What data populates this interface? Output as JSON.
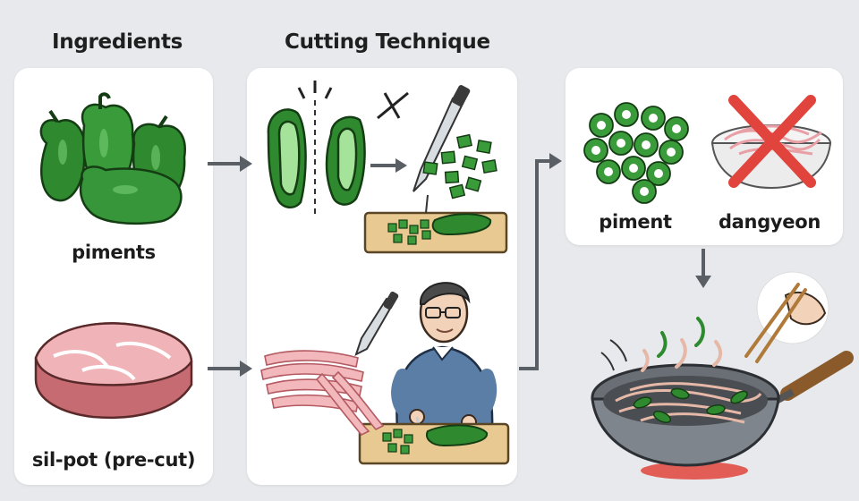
{
  "headings": {
    "ingredients": "Ingredients",
    "cutting": "Cutting Technique"
  },
  "ingredients": {
    "pepper_label": "piments",
    "meat_label": "sil-pot (pre-cut)"
  },
  "result": {
    "piment_label": "piment",
    "dangyeon_label": "dangyeon"
  },
  "colors": {
    "background": "#e7e9ec",
    "panel": "#ffffff",
    "pepper_green": "#2f8a2f",
    "meat_pink": "#e8a0a6",
    "cross_red": "#e0443c",
    "arrow_gray": "#5a5f66"
  }
}
